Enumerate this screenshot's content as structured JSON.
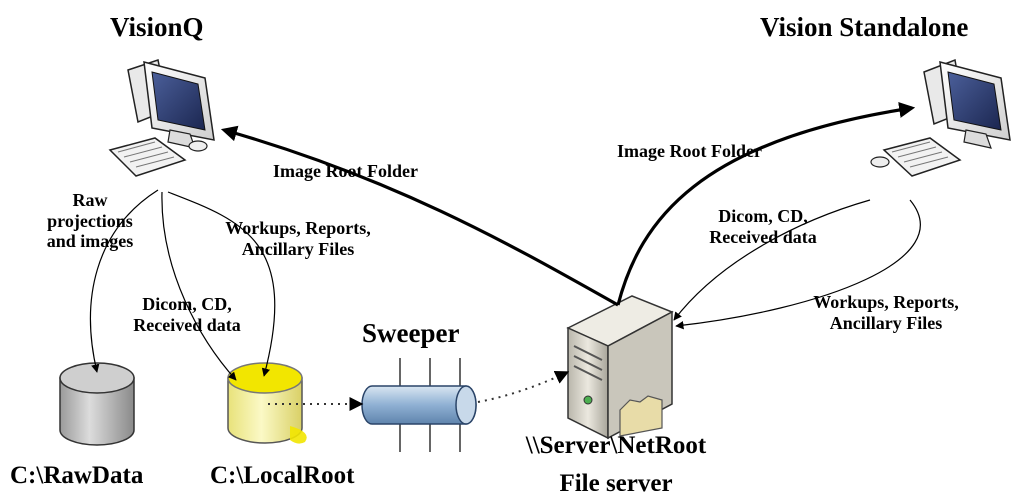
{
  "nodes": {
    "visionq": {
      "title": "VisionQ"
    },
    "vision_standalone": {
      "title": "Vision Standalone"
    },
    "raw_data": {
      "label": "C:\\RawData"
    },
    "local_root": {
      "label": "C:\\LocalRoot"
    },
    "sweeper": {
      "label": "Sweeper"
    },
    "server": {
      "path": "\\\\Server\\NetRoot",
      "caption": "File server"
    }
  },
  "edges": {
    "visionq_image_root": "Image Root Folder",
    "standalone_image_root": "Image Root Folder",
    "raw_projections": "Raw\nprojections\nand images",
    "visionq_workups": "Workups, Reports,\nAncillary Files",
    "visionq_dicom": "Dicom, CD,\nReceived data",
    "standalone_dicom": "Dicom, CD,\nReceived data",
    "standalone_workups": "Workups, Reports,\nAncillary Files"
  },
  "colors": {
    "raw_db_fill": "#c8c8c8",
    "local_db_fill": "#f3f08a",
    "local_db_highlight": "#f2e600",
    "pipe_fill": "#a9c3dc",
    "server_fill": "#d9d6cc"
  },
  "icons": {
    "computer_1": "desktop-computer-icon",
    "computer_2": "desktop-computer-icon",
    "database_1": "database-cylinder-icon",
    "database_2": "database-cylinder-icon",
    "pipe": "pipe-icon",
    "server": "server-tower-icon"
  }
}
